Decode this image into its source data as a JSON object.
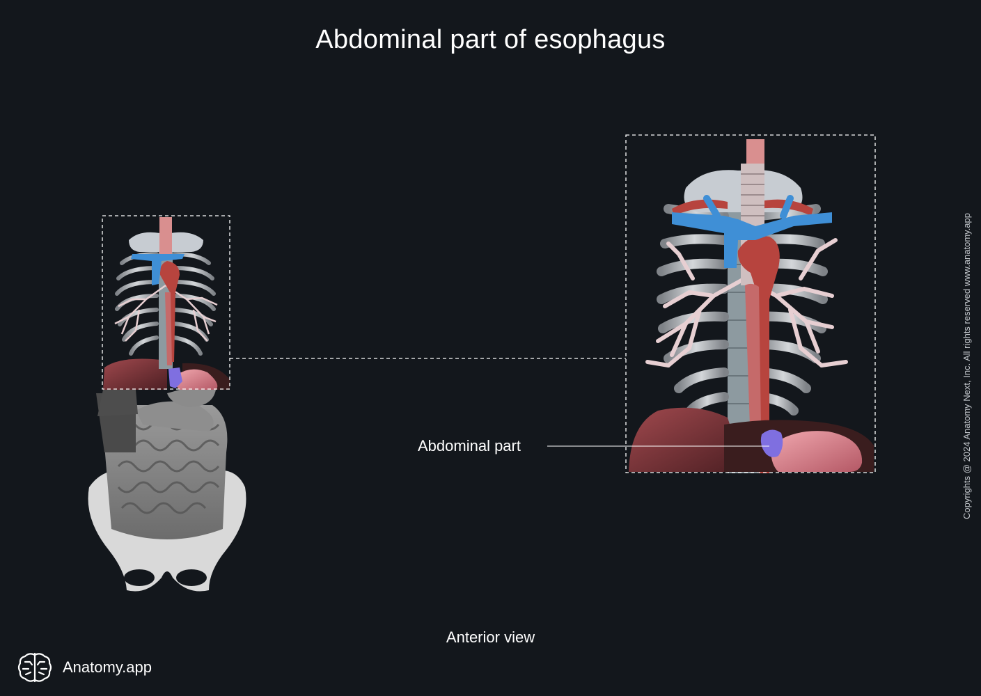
{
  "title": "Abdominal part of esophagus",
  "view_label": "Anterior view",
  "labels": {
    "abdominal_part": "Abdominal part"
  },
  "brand": {
    "name": "Anatomy.app",
    "logo_icon": "brain-icon"
  },
  "copyright": "Copyrights @ 2024 Anatomy Next, Inc. All rights reserved www.anatomy.app",
  "colors": {
    "background": "#13171c",
    "esophagus_highlight": "#7f6fe0",
    "veins": "#3f8fd6",
    "aorta": "#b7443e",
    "bronchi": "#e7cfd2",
    "bone": "#c9ccd0"
  }
}
